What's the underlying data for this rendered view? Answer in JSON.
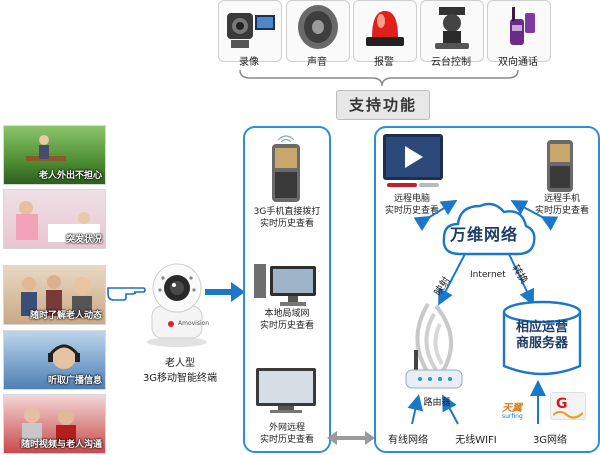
{
  "features": {
    "title": "支持功能",
    "items": [
      {
        "label": "录像",
        "icon": "camcorder-icon"
      },
      {
        "label": "声音",
        "icon": "speaker-icon"
      },
      {
        "label": "报警",
        "icon": "alarm-light-icon"
      },
      {
        "label": "云台控制",
        "icon": "pan-tilt-head-icon"
      },
      {
        "label": "双向通话",
        "icon": "walkie-talkie-icon"
      }
    ]
  },
  "photos": [
    {
      "caption": "老人外出不担心"
    },
    {
      "caption": "突发状况"
    },
    {
      "caption": "随时了解老人动态"
    },
    {
      "caption": "听取广播信息"
    },
    {
      "caption": "随时视频与老人沟通"
    }
  ],
  "terminal": {
    "line1": "老人型",
    "line2": "3G移动智能终端",
    "brand": "Amovision"
  },
  "middle_panel": {
    "phone": {
      "line1": "3G手机直接拨打",
      "line2": "实时历史查看"
    },
    "lan": {
      "line1": "本地局域网",
      "line2": "实时历史查看"
    },
    "wan": {
      "line1": "外网远程",
      "line2": "实时历史查看"
    }
  },
  "right_panel": {
    "remote_pc": {
      "line1": "远程电脑",
      "line2": "实时历史查看"
    },
    "remote_phone": {
      "line1": "远程手机",
      "line2": "实时历史查看"
    },
    "cloud": "万维网络",
    "internet": "Internet",
    "mapping": "映射",
    "forward": "转换",
    "server": {
      "line1": "相应运营",
      "line2": "商服务器"
    },
    "router": "路由器",
    "wired": "有线网络",
    "wireless": "无线WIFI",
    "g3": "3G网络",
    "tianyi": "天翼",
    "tianyi_en": "surfing",
    "g3_logo": "G"
  },
  "colors": {
    "accent": "#2a8fd6",
    "cloud": "#1e3c66"
  }
}
